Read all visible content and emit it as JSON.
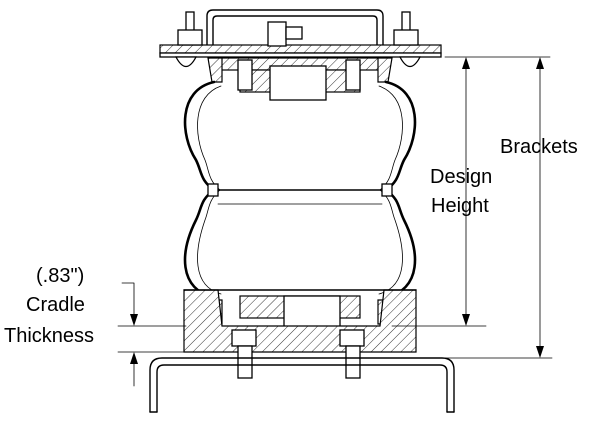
{
  "labels": {
    "brackets": "Brackets",
    "design_height_line1": "Design",
    "design_height_line2": "Height",
    "cradle_value": "(.83\")",
    "cradle_line1": "Cradle",
    "cradle_line2": "Thickness"
  }
}
